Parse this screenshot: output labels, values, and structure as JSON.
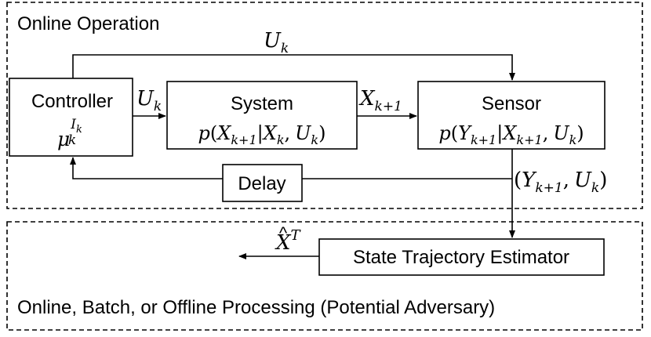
{
  "online_region": {
    "title": "Online Operation"
  },
  "offline_region": {
    "title": "Online, Batch, or Offline Processing (Potential Adversary)"
  },
  "controller": {
    "label": "Controller",
    "policy": "μ",
    "policy_sup": "I",
    "policy_sup_sub": "k",
    "policy_sub": "k"
  },
  "system": {
    "label": "System"
  },
  "sensor": {
    "label": "Sensor"
  },
  "delay": {
    "label": "Delay"
  },
  "estimator": {
    "label": "State Trajectory Estimator"
  },
  "math_tokens": {
    "U": "U",
    "X": "X",
    "Y": "Y",
    "p": "p",
    "k": "k",
    "k1": "k+1",
    "open": "(",
    "close": ")",
    "bar": "|",
    "comma": ",",
    "xhat": "X",
    "hat": "^",
    "T": "T"
  }
}
